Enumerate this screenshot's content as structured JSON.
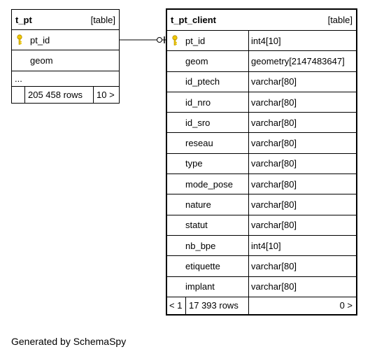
{
  "tables": [
    {
      "name": "t_pt",
      "kind": "[table]",
      "columns": [
        {
          "name": "pt_id",
          "primary_key": true
        },
        {
          "name": "geom",
          "primary_key": false
        }
      ],
      "ellipsis": "...",
      "footer": {
        "rows": "205 458 rows",
        "children": "10 >"
      }
    },
    {
      "name": "t_pt_client",
      "kind": "[table]",
      "columns": [
        {
          "name": "pt_id",
          "type": "int4[10]",
          "primary_key": true
        },
        {
          "name": "geom",
          "type": "geometry[2147483647]",
          "primary_key": false
        },
        {
          "name": "id_ptech",
          "type": "varchar[80]",
          "primary_key": false
        },
        {
          "name": "id_nro",
          "type": "varchar[80]",
          "primary_key": false
        },
        {
          "name": "id_sro",
          "type": "varchar[80]",
          "primary_key": false
        },
        {
          "name": "reseau",
          "type": "varchar[80]",
          "primary_key": false
        },
        {
          "name": "type",
          "type": "varchar[80]",
          "primary_key": false
        },
        {
          "name": "mode_pose",
          "type": "varchar[80]",
          "primary_key": false
        },
        {
          "name": "nature",
          "type": "varchar[80]",
          "primary_key": false
        },
        {
          "name": "statut",
          "type": "varchar[80]",
          "primary_key": false
        },
        {
          "name": "nb_bpe",
          "type": "int4[10]",
          "primary_key": false
        },
        {
          "name": "etiquette",
          "type": "varchar[80]",
          "primary_key": false
        },
        {
          "name": "implant",
          "type": "varchar[80]",
          "primary_key": false
        }
      ],
      "footer": {
        "parents": "< 1",
        "rows": "17 393 rows",
        "children": "0 >"
      }
    }
  ],
  "relationships": [
    {
      "from": "t_pt.pt_id",
      "to": "t_pt_client.pt_id"
    }
  ],
  "generated_by": "Generated by SchemaSpy",
  "colors": {
    "key_icon": "#f0c800",
    "line": "#000000",
    "background": "#ffffff"
  }
}
